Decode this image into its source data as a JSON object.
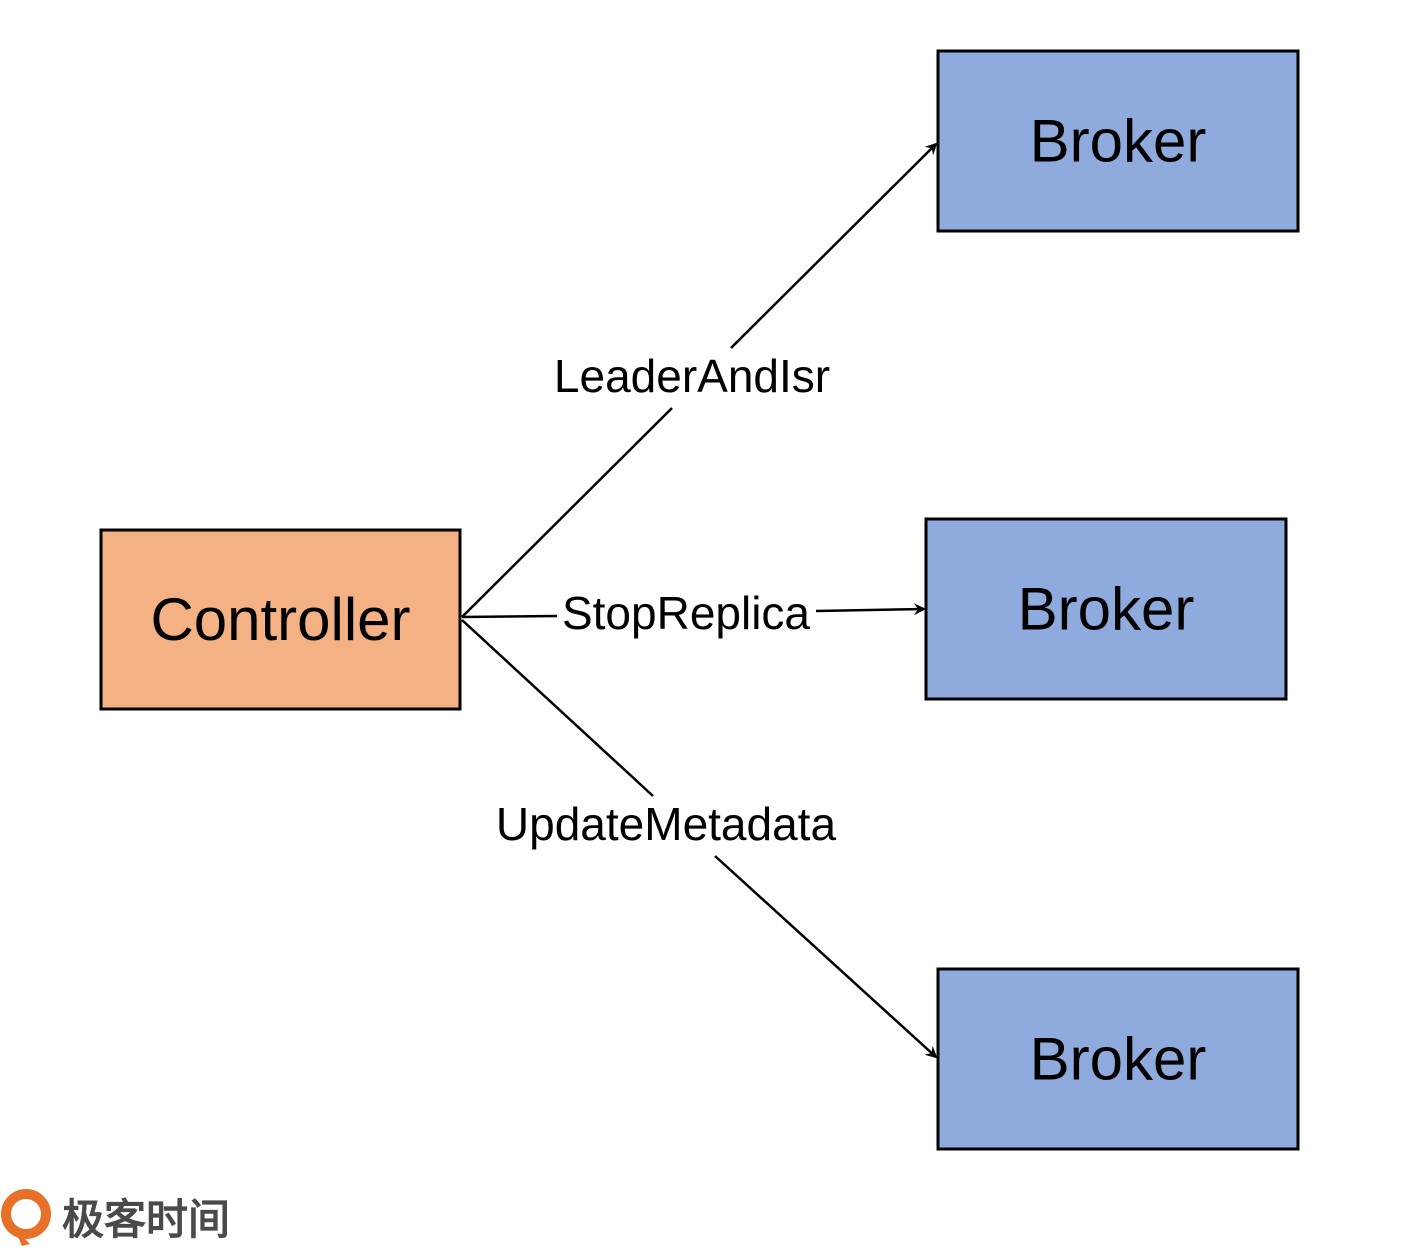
{
  "nodes": {
    "controller": {
      "label": "Controller",
      "fill": "#F4B183"
    },
    "broker_top": {
      "label": "Broker",
      "fill": "#8FAADC"
    },
    "broker_middle": {
      "label": "Broker",
      "fill": "#8FAADC"
    },
    "broker_bottom": {
      "label": "Broker",
      "fill": "#8FAADC"
    }
  },
  "edges": {
    "leader_and_isr": {
      "label": "LeaderAndIsr",
      "from": "controller",
      "to": "broker_top"
    },
    "stop_replica": {
      "label": "StopReplica",
      "from": "controller",
      "to": "broker_middle"
    },
    "update_metadata": {
      "label": "UpdateMetadata",
      "from": "controller",
      "to": "broker_bottom"
    }
  },
  "watermark": {
    "text": "极客时间",
    "icon": "geektime-logo-icon",
    "icon_color": "#E8712A"
  }
}
